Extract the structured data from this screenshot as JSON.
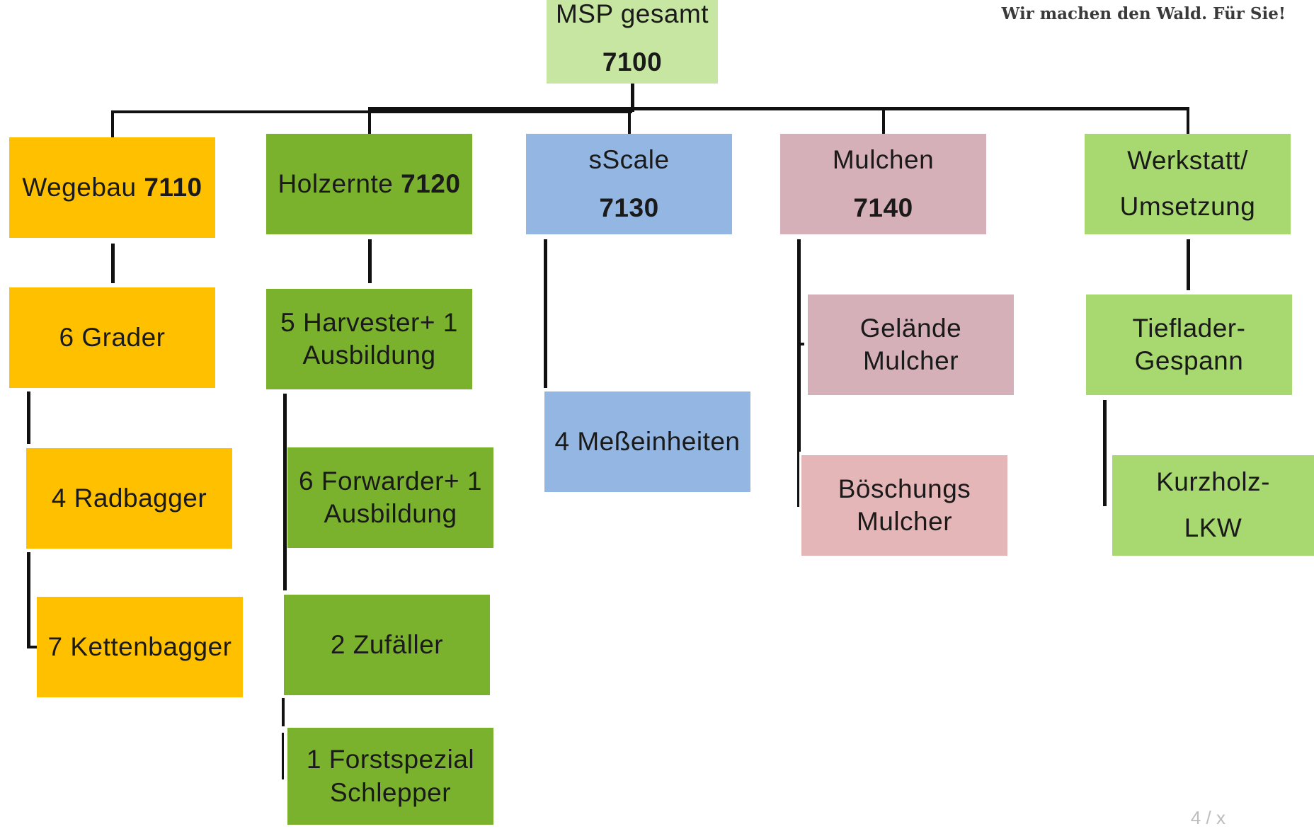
{
  "header": {
    "tagline": "Wir machen den Wald. Für Sie!",
    "page_indicator": "4 / x"
  },
  "root": {
    "label": "MSP gesamt",
    "code": "7100"
  },
  "columns": {
    "wegebau": {
      "label": "Wegebau",
      "code": "7110",
      "children": [
        "6 Grader",
        "4 Radbagger",
        "7 Kettenbagger"
      ]
    },
    "holzernte": {
      "label": "Holzernte",
      "code": "7120",
      "children": [
        "5 Harvester+ 1 Ausbildung",
        "6 Forwarder+ 1 Ausbildung",
        "2 Zufäller",
        "1 Forstspezial Schlepper"
      ]
    },
    "sscale": {
      "label": "sScale",
      "code": "7130",
      "children": [
        "4 Meßeinheiten"
      ]
    },
    "mulchen": {
      "label": "Mulchen",
      "code": "7140",
      "children": [
        "Gelände Mulcher",
        "Böschungs Mulcher"
      ]
    },
    "werkstatt": {
      "label": "Werkstatt/ Umsetzung",
      "children": [
        "Tieflader-Gespann",
        "Kurzholz-LKW"
      ]
    }
  },
  "colors": {
    "root": "#c6e6a1",
    "wegebau": "#ffc000",
    "holzernte": "#7ab22e",
    "sscale": "#93b6e2",
    "mulchen": "#d5b0b8",
    "mulchen_alt": "#e5b6b8",
    "werkstatt": "#a8d970"
  }
}
